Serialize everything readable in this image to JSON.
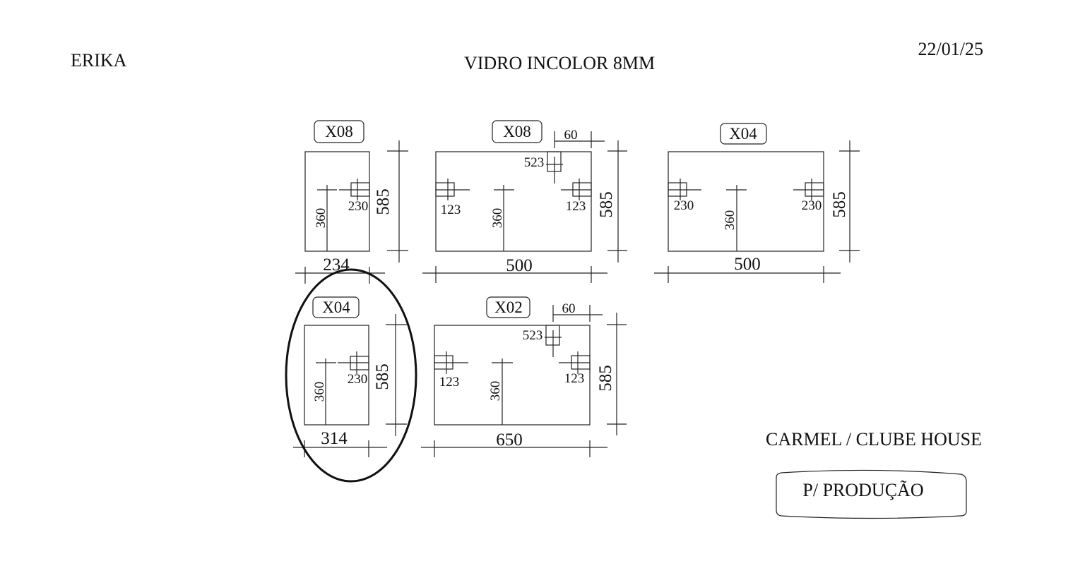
{
  "header": {
    "client": "ERIKA",
    "material": "VIDRO INCOLOR 8MM",
    "date": "22/01/25"
  },
  "footer": {
    "project": "CARMEL / CLUBE HOUSE",
    "stamp": "P/ PRODUÇÃO"
  },
  "panels": [
    {
      "qty": "X08",
      "width": "234",
      "height": "585",
      "center": "360",
      "labels": {
        "right": "230"
      }
    },
    {
      "qty": "X08",
      "width": "500",
      "height": "585",
      "center": "360",
      "labels": {
        "left": "123",
        "right": "123",
        "notch_depth": "523",
        "notch_width": "60"
      }
    },
    {
      "qty": "X04",
      "width": "500",
      "height": "585",
      "center": "360",
      "labels": {
        "left": "230",
        "right": "230"
      }
    },
    {
      "qty": "X04",
      "width": "314",
      "height": "585",
      "center": "360",
      "labels": {
        "right": "230"
      }
    },
    {
      "qty": "X02",
      "width": "650",
      "height": "585",
      "center": "360",
      "labels": {
        "left": "123",
        "right": "123",
        "notch_depth": "523",
        "notch_width": "60"
      }
    }
  ]
}
